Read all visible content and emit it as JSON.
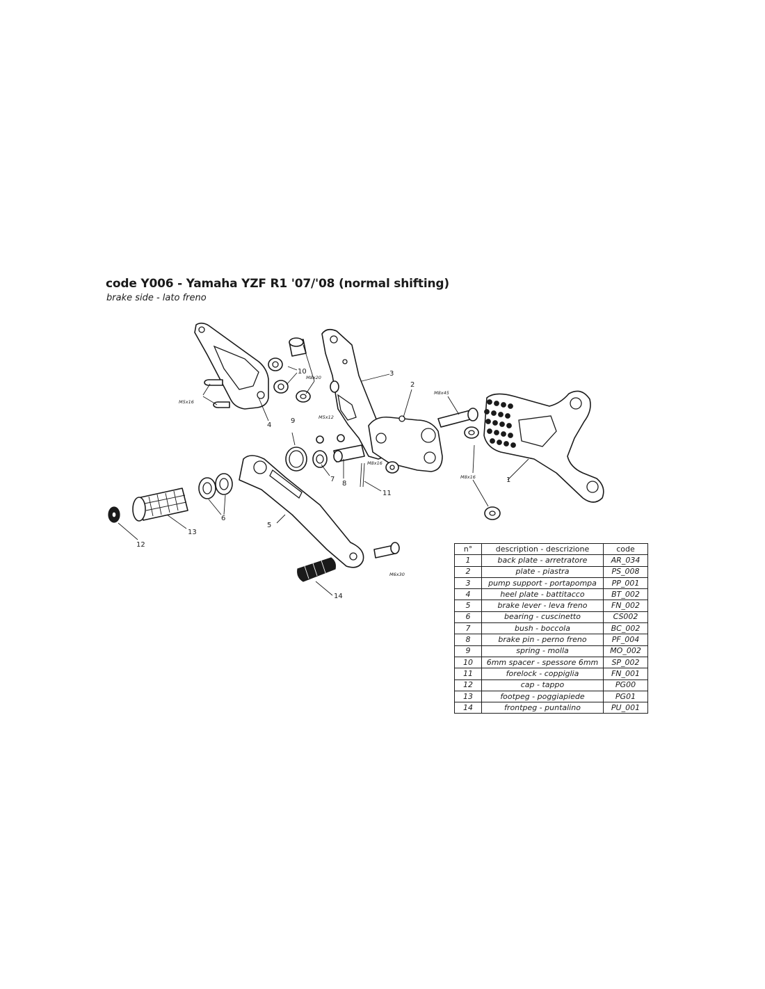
{
  "header": {
    "title": "code Y006 - Yamaha YZF R1 '07/'08 (normal shifting)",
    "subtitle": "brake side - lato freno"
  },
  "diagram": {
    "callouts": [
      "1",
      "2",
      "3",
      "4",
      "5",
      "6",
      "7",
      "8",
      "9",
      "10",
      "11",
      "12",
      "13",
      "14"
    ],
    "bolt_specs": [
      "M5x16",
      "M8x20",
      "M5x12",
      "M8x45",
      "M8x16",
      "M8x16",
      "M6x30"
    ]
  },
  "table": {
    "headers": [
      "n°",
      "description - descrizione",
      "code"
    ],
    "rows": [
      [
        "1",
        "back plate - arretratore",
        "AR_034"
      ],
      [
        "2",
        "plate - piastra",
        "PS_008"
      ],
      [
        "3",
        "pump support - portapompa",
        "PP_001"
      ],
      [
        "4",
        "heel plate - battitacco",
        "BT_002"
      ],
      [
        "5",
        "brake lever - leva freno",
        "FN_002"
      ],
      [
        "6",
        "bearing - cuscinetto",
        "CS002"
      ],
      [
        "7",
        "bush - boccola",
        "BC_002"
      ],
      [
        "8",
        "brake pin - perno freno",
        "PF_004"
      ],
      [
        "9",
        "spring - molla",
        "MO_002"
      ],
      [
        "10",
        "6mm spacer - spessore 6mm",
        "SP_002"
      ],
      [
        "11",
        "forelock - coppiglia",
        "FN_001"
      ],
      [
        "12",
        "cap - tappo",
        "PG00"
      ],
      [
        "13",
        "footpeg - poggiapiede",
        "PG01"
      ],
      [
        "14",
        "frontpeg - puntalino",
        "PU_001"
      ]
    ]
  }
}
